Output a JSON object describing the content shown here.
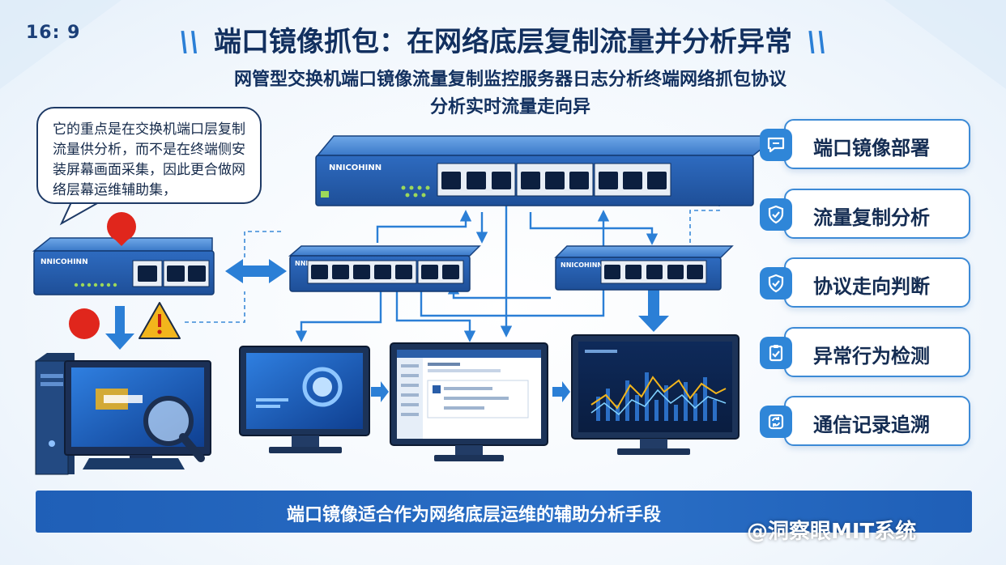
{
  "ratio_label": "16: 9",
  "title": {
    "text": "端口镜像抓包：在网络底层复制流量并分析异常",
    "deco": "\\\\"
  },
  "subtitle": "网管型交换机端口镜像流量复制监控服务器日志分析终端网络抓包协议分析实时流量走向异",
  "speech_bubble": "它的重点是在交换机端口层复制流量供分析，而不是在终端侧安装屏幕画面采集，因此更合做网络层幕运维辅助集，",
  "switch_brand": "NNICOHINN",
  "features": [
    {
      "label": "端口镜像部署",
      "icon": "chat-bubble-icon"
    },
    {
      "label": "流量复制分析",
      "icon": "shield-check-icon"
    },
    {
      "label": "协议走向判断",
      "icon": "shield-check-icon"
    },
    {
      "label": "异常行为检测",
      "icon": "clipboard-check-icon"
    },
    {
      "label": "通信记录追溯",
      "icon": "sync-icon"
    }
  ],
  "bottom_banner": "端口镜像适合作为网络底层运维的辅助分析手段",
  "watermark": "@洞察眼MIT系统",
  "colors": {
    "primary": "#2b6fc6",
    "dark_navy": "#12305f",
    "banner": "#1f5fb7",
    "alert_red": "#e0261c",
    "warning_yellow": "#f2b51c"
  }
}
